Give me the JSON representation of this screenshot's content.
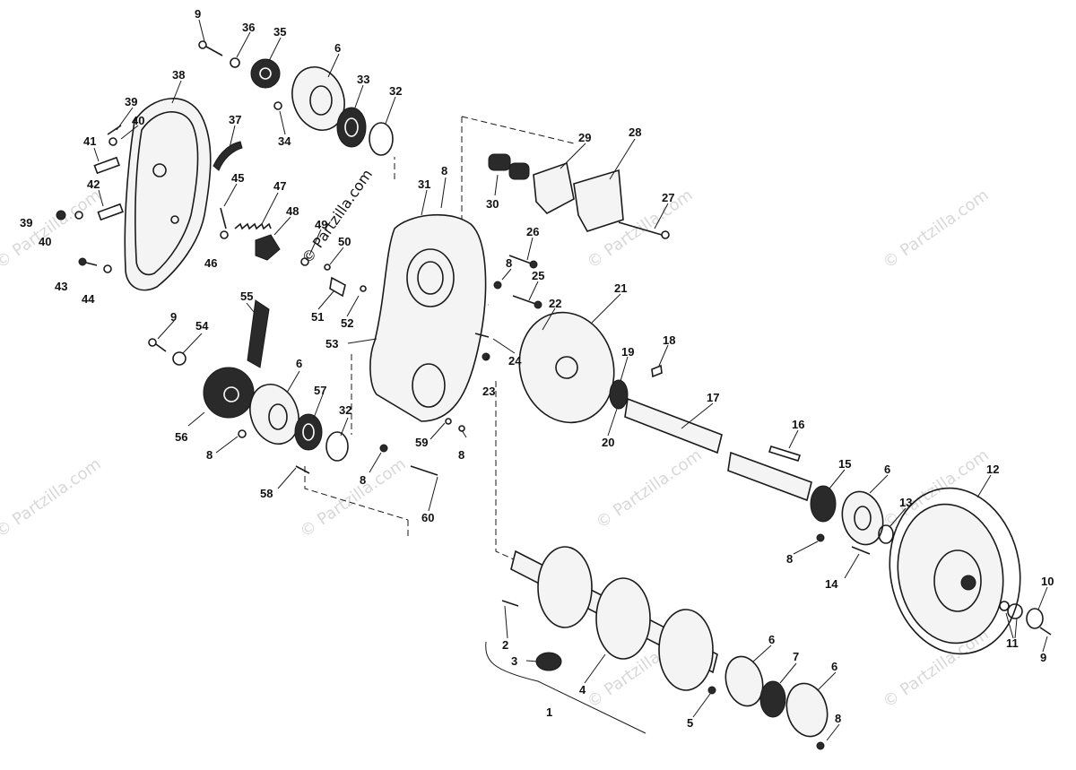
{
  "watermark": {
    "text": "© Partzilla.com"
  },
  "callouts": [
    "1",
    "2",
    "3",
    "4",
    "5",
    "6",
    "7",
    "8",
    "9",
    "10",
    "11",
    "12",
    "13",
    "14",
    "15",
    "16",
    "17",
    "18",
    "19",
    "20",
    "21",
    "22",
    "23",
    "24",
    "25",
    "26",
    "27",
    "28",
    "29",
    "30",
    "31",
    "32",
    "33",
    "34",
    "35",
    "36",
    "37",
    "38",
    "39",
    "40",
    "41",
    "42",
    "43",
    "44",
    "45",
    "46",
    "47",
    "48",
    "49",
    "50",
    "51",
    "52",
    "53",
    "54",
    "55",
    "56",
    "57",
    "58",
    "59",
    "60"
  ]
}
